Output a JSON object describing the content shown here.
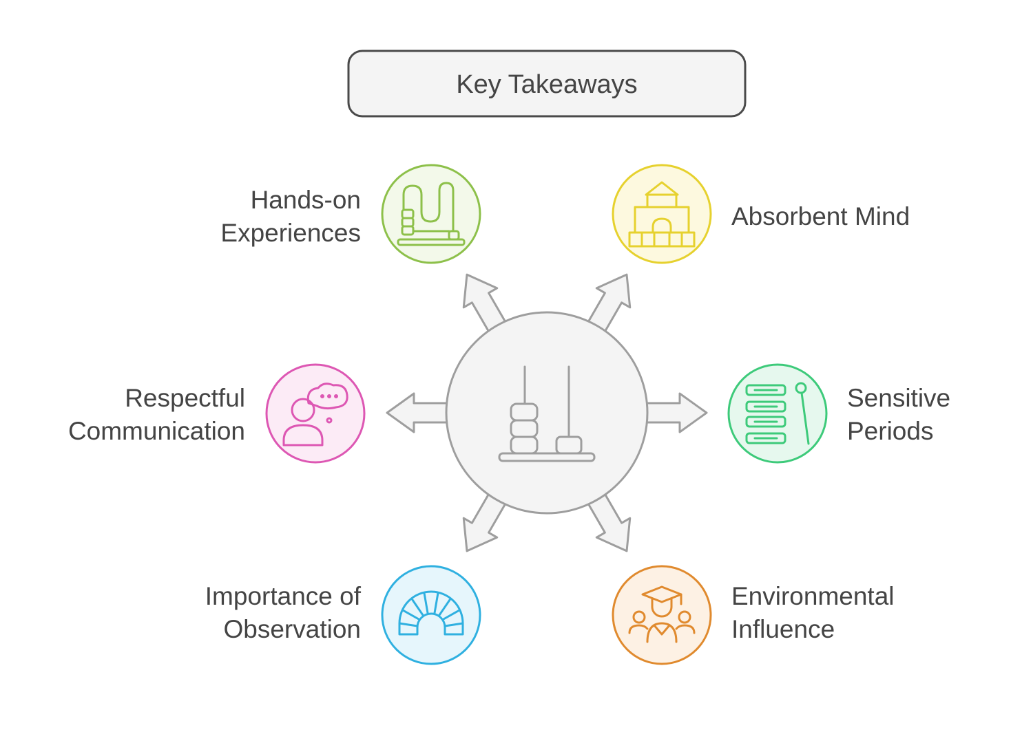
{
  "title": "Key Takeaways",
  "colors": {
    "center": "#9e9e9e",
    "hands_on": "#8dc04a",
    "absorbent": "#e6d12e",
    "respectful": "#dd57b3",
    "sensitive": "#3dca7a",
    "observation": "#2fb0e0",
    "environmental": "#e08a2e"
  },
  "items": {
    "hands_on": {
      "line1": "Hands-on",
      "line2": "Experiences",
      "icon": "toy-track-icon"
    },
    "absorbent": {
      "line1": "Absorbent Mind",
      "icon": "building-blocks-icon"
    },
    "respectful": {
      "line1": "Respectful",
      "line2": "Communication",
      "icon": "person-speech-bubble-icon"
    },
    "sensitive": {
      "line1": "Sensitive",
      "line2": "Periods",
      "icon": "xylophone-icon"
    },
    "observation": {
      "line1": "Importance of",
      "line2": "Observation",
      "icon": "rainbow-arch-icon"
    },
    "environmental": {
      "line1": "Environmental",
      "line2": "Influence",
      "icon": "graduate-group-icon"
    }
  },
  "center": {
    "icon": "stacking-rings-icon"
  }
}
